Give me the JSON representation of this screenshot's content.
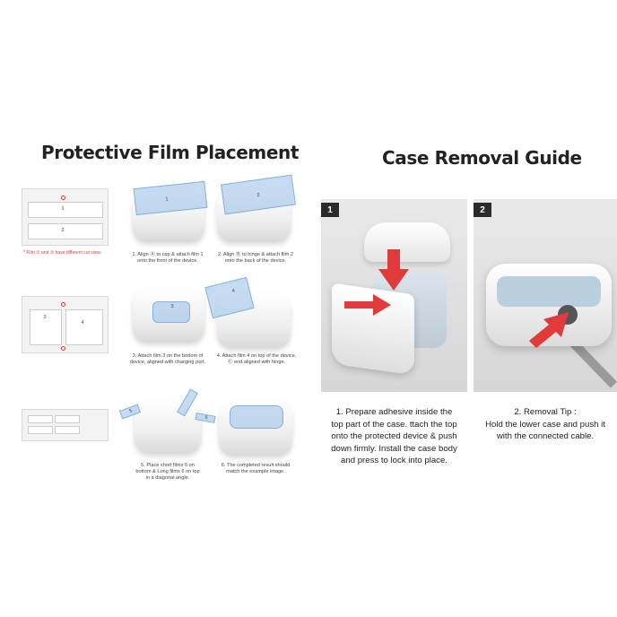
{
  "left": {
    "title": "Protective Film Placement",
    "sheet1": {
      "labels": [
        "1",
        "2"
      ],
      "note": "* Film ① and ② have different cut sizes"
    },
    "sheet2": {
      "labels": [
        "3",
        "4"
      ]
    },
    "film_labels": {
      "f1": "1",
      "f2": "2",
      "f3": "3",
      "f4": "4",
      "f5": "5",
      "f6": "6"
    },
    "steps": [
      {
        "line1": "1. Align Ⓐ to cap & attach film 1",
        "line2": "onto the front of the device."
      },
      {
        "line1": "2. Align Ⓑ to hinge & attach film 2",
        "line2": "onto the back of the device."
      },
      {
        "line1": "3. Attach film 3 on the bottom of",
        "line2": "device, aligned with charging port."
      },
      {
        "line1": "4. Attach film 4 on top of the device,",
        "line2": "Ⓒ end aligned with hinge."
      },
      {
        "line1": "5. Place short films 5 on",
        "line2": "bottom & Long films 6 on top",
        "line3": "in a diagonal angle."
      },
      {
        "line1": "6. The completed result should",
        "line2": "match the example image."
      }
    ]
  },
  "right": {
    "title": "Case Removal Guide",
    "panel1": {
      "number": "1",
      "lines": [
        "1. Prepare adhesive inside the",
        "top part of the case. ttach the top",
        "onto the protected device & push",
        "down firmly. Install the case body",
        "and press to lock into place."
      ]
    },
    "panel2": {
      "number": "2",
      "lines": [
        "2. Removal Tip :",
        "Hold the lower case and push it",
        "with the connected cable."
      ]
    }
  },
  "colors": {
    "accent_red": "#e03a3a",
    "film_blue": "#96bee6",
    "number_box": "#2b2b2b"
  }
}
